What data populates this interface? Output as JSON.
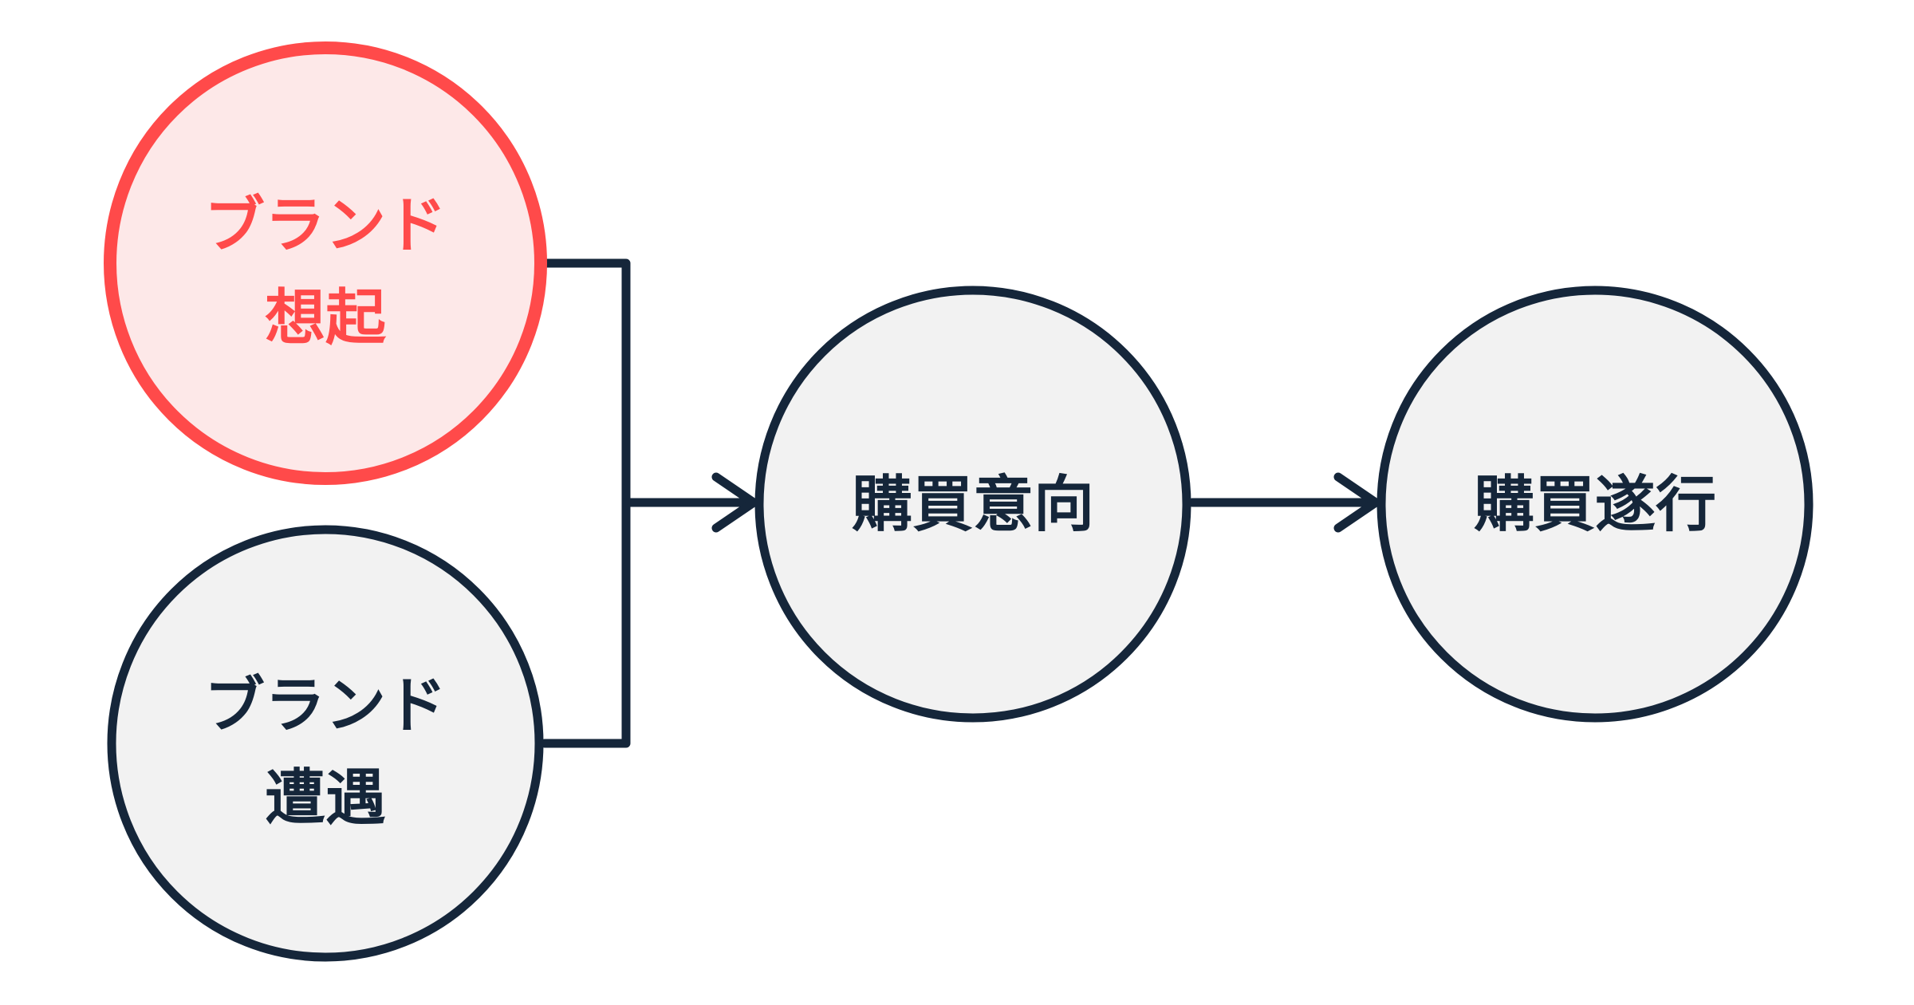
{
  "nodes": {
    "brand_recall": {
      "lines": [
        "ブランド",
        "想起"
      ],
      "highlighted": true
    },
    "brand_encounter": {
      "lines": [
        "ブランド",
        "遭遇"
      ],
      "highlighted": false
    },
    "purchase_intent": {
      "lines": [
        "購買意向"
      ],
      "highlighted": false
    },
    "purchase_completion": {
      "lines": [
        "購買遂行"
      ],
      "highlighted": false
    }
  },
  "colors": {
    "highlight_stroke": "#ff4a4a",
    "highlight_fill": "#fde8e8",
    "highlight_text": "#ff4a4a",
    "default_stroke": "#15263a",
    "default_fill": "#f2f2f2",
    "default_text": "#15263a",
    "connector": "#15263a"
  }
}
